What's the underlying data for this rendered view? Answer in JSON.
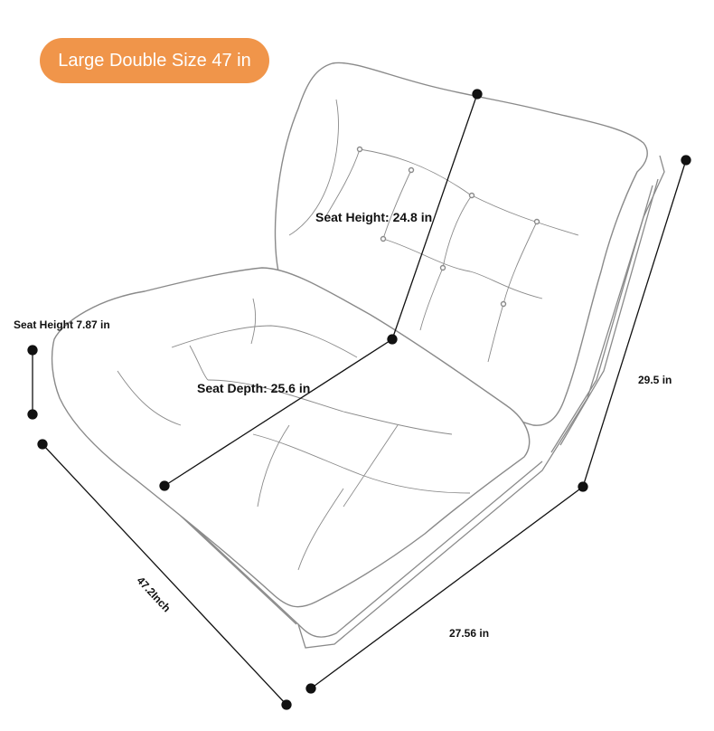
{
  "badge": {
    "text": "Large Double Size 47 in",
    "color": "#f0954a"
  },
  "labels": {
    "seat_height_back": "Seat Height: 24.8 in",
    "seat_height_side": "Seat Height 7.87 in",
    "seat_depth": "Seat Depth: 25.6 in",
    "height_right": "29.5 in",
    "width_front": "27.56 in",
    "length_left": "47.2Inch"
  },
  "colors": {
    "outline": "#8a8a8a",
    "dimension_line": "#111111"
  }
}
